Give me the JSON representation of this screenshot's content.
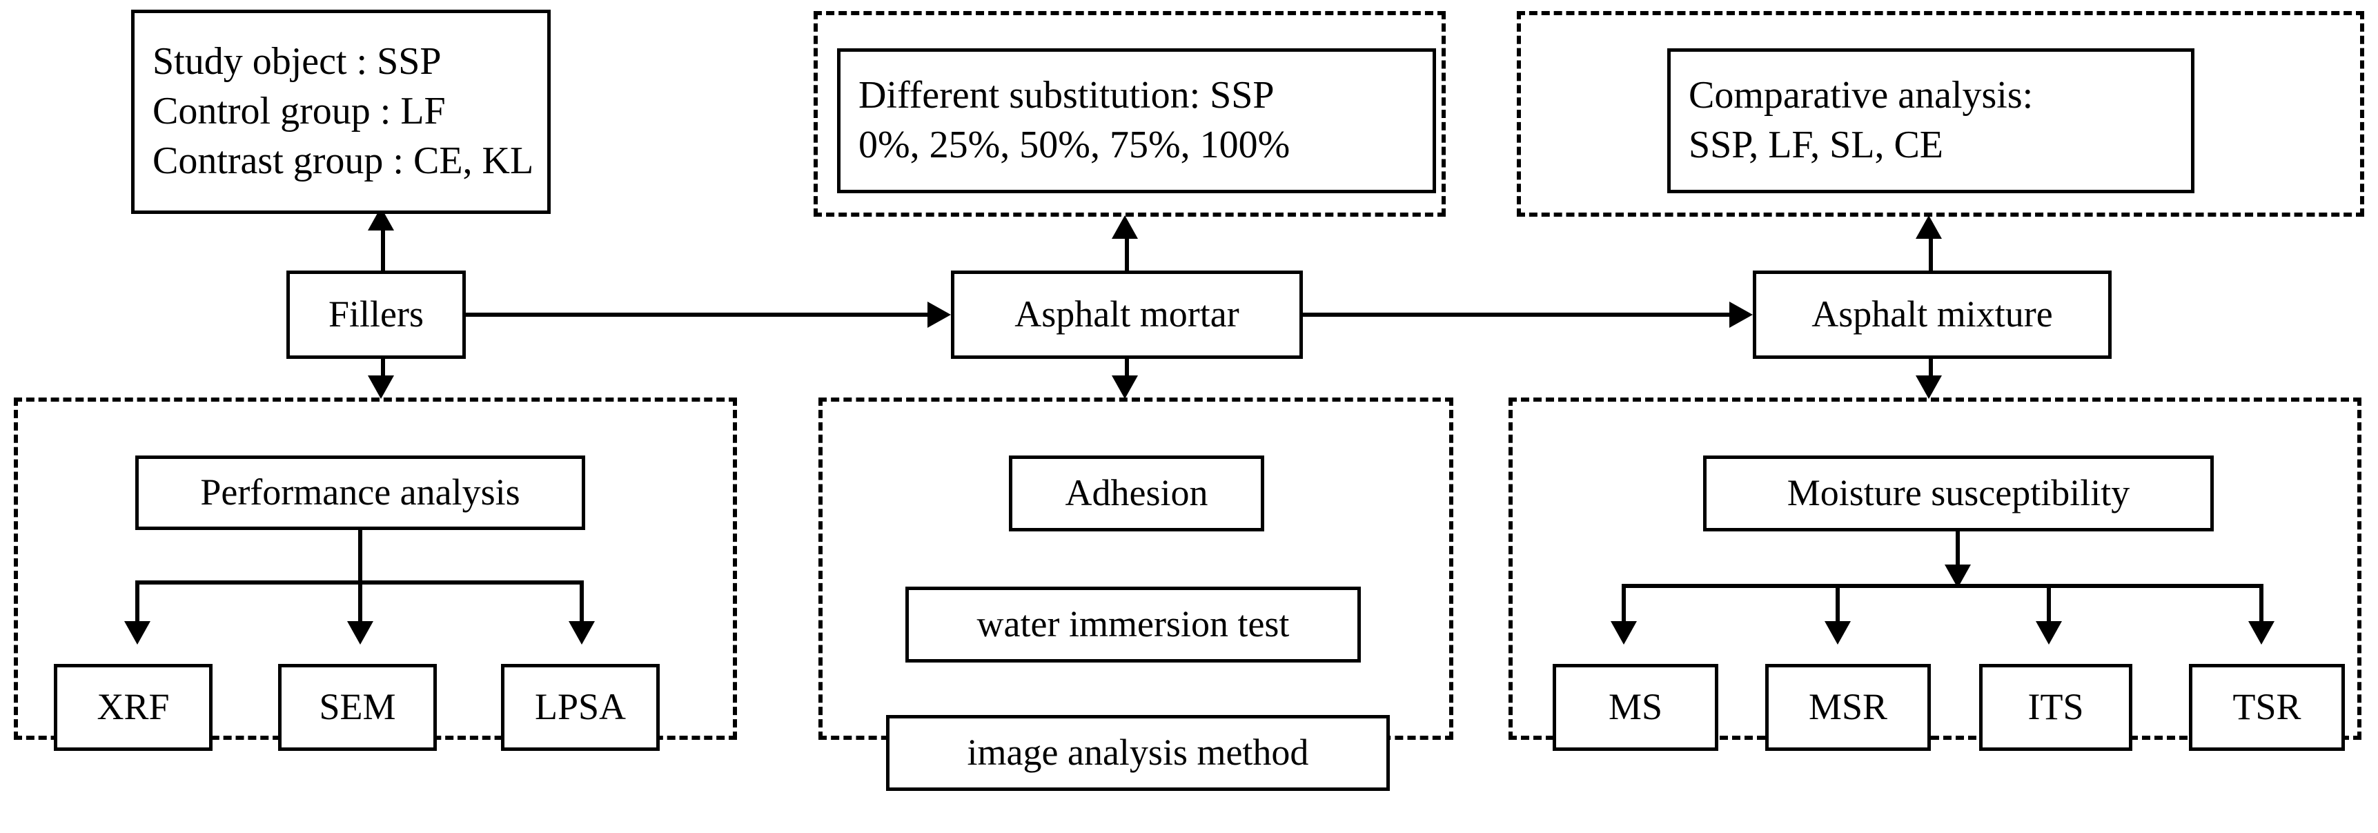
{
  "diagram": {
    "title": "Research framework flowchart",
    "line_color": "#000000",
    "box_fill": "#ffffff",
    "background": "#ffffff"
  },
  "nodes": {
    "study_object": {
      "label": "Study object : SSP\nControl group : LF\nContrast group : CE, KL",
      "style": "solid-box"
    },
    "fillers": {
      "label": "Fillers",
      "style": "solid-box"
    },
    "asphalt_mortar": {
      "label": "Asphalt mortar",
      "style": "solid-box"
    },
    "asphalt_mixture": {
      "label": "Asphalt mixture",
      "style": "solid-box"
    },
    "different_substitution": {
      "label": "Different substitution: SSP\n0%, 25%, 50%, 75%, 100%",
      "style": "solid-box"
    },
    "comparative_analysis": {
      "label": "Comparative analysis:\nSSP, LF, SL, CE",
      "style": "solid-box"
    },
    "performance_analysis": {
      "label": "Performance analysis",
      "style": "solid-box"
    },
    "xrf": {
      "label": "XRF",
      "style": "solid-box"
    },
    "sem": {
      "label": "SEM",
      "style": "solid-box"
    },
    "lpsa": {
      "label": "LPSA",
      "style": "solid-box"
    },
    "adhesion": {
      "label": "Adhesion",
      "style": "solid-box"
    },
    "water_immersion_test": {
      "label": "water immersion test",
      "style": "solid-box"
    },
    "image_analysis_method": {
      "label": "image analysis method",
      "style": "solid-box"
    },
    "moisture_susceptibility": {
      "label": "Moisture susceptibility",
      "style": "solid-box"
    },
    "ms": {
      "label": "MS",
      "style": "solid-box"
    },
    "msr": {
      "label": "MSR",
      "style": "solid-box"
    },
    "its": {
      "label": "ITS",
      "style": "solid-box"
    },
    "tsr": {
      "label": "TSR",
      "style": "solid-box"
    }
  },
  "groups": {
    "top_middle": {
      "name": "asphalt-mortar-design-group",
      "style": "dashed"
    },
    "top_right": {
      "name": "asphalt-mixture-comparison-group",
      "style": "dashed"
    },
    "bottom_left": {
      "name": "filler-testing-group",
      "style": "dashed"
    },
    "bottom_middle": {
      "name": "mortar-testing-group",
      "style": "dashed"
    },
    "bottom_right": {
      "name": "mixture-testing-group",
      "style": "dashed"
    }
  },
  "edges": [
    {
      "from": "fillers",
      "to": "study_object",
      "direction": "up"
    },
    {
      "from": "fillers",
      "to": "asphalt_mortar",
      "direction": "right"
    },
    {
      "from": "asphalt_mortar",
      "to": "asphalt_mixture",
      "direction": "right"
    },
    {
      "from": "asphalt_mortar",
      "to": "different_substitution",
      "direction": "up"
    },
    {
      "from": "asphalt_mixture",
      "to": "comparative_analysis",
      "direction": "up"
    },
    {
      "from": "fillers",
      "to": "bottom_left",
      "direction": "down"
    },
    {
      "from": "asphalt_mortar",
      "to": "bottom_middle",
      "direction": "down"
    },
    {
      "from": "asphalt_mixture",
      "to": "bottom_right",
      "direction": "down"
    },
    {
      "from": "performance_analysis",
      "to": "xrf",
      "direction": "down"
    },
    {
      "from": "performance_analysis",
      "to": "sem",
      "direction": "down"
    },
    {
      "from": "performance_analysis",
      "to": "lpsa",
      "direction": "down"
    },
    {
      "from": "moisture_susceptibility",
      "to": "ms",
      "direction": "down"
    },
    {
      "from": "moisture_susceptibility",
      "to": "msr",
      "direction": "down"
    },
    {
      "from": "moisture_susceptibility",
      "to": "its",
      "direction": "down"
    },
    {
      "from": "moisture_susceptibility",
      "to": "tsr",
      "direction": "down"
    }
  ]
}
